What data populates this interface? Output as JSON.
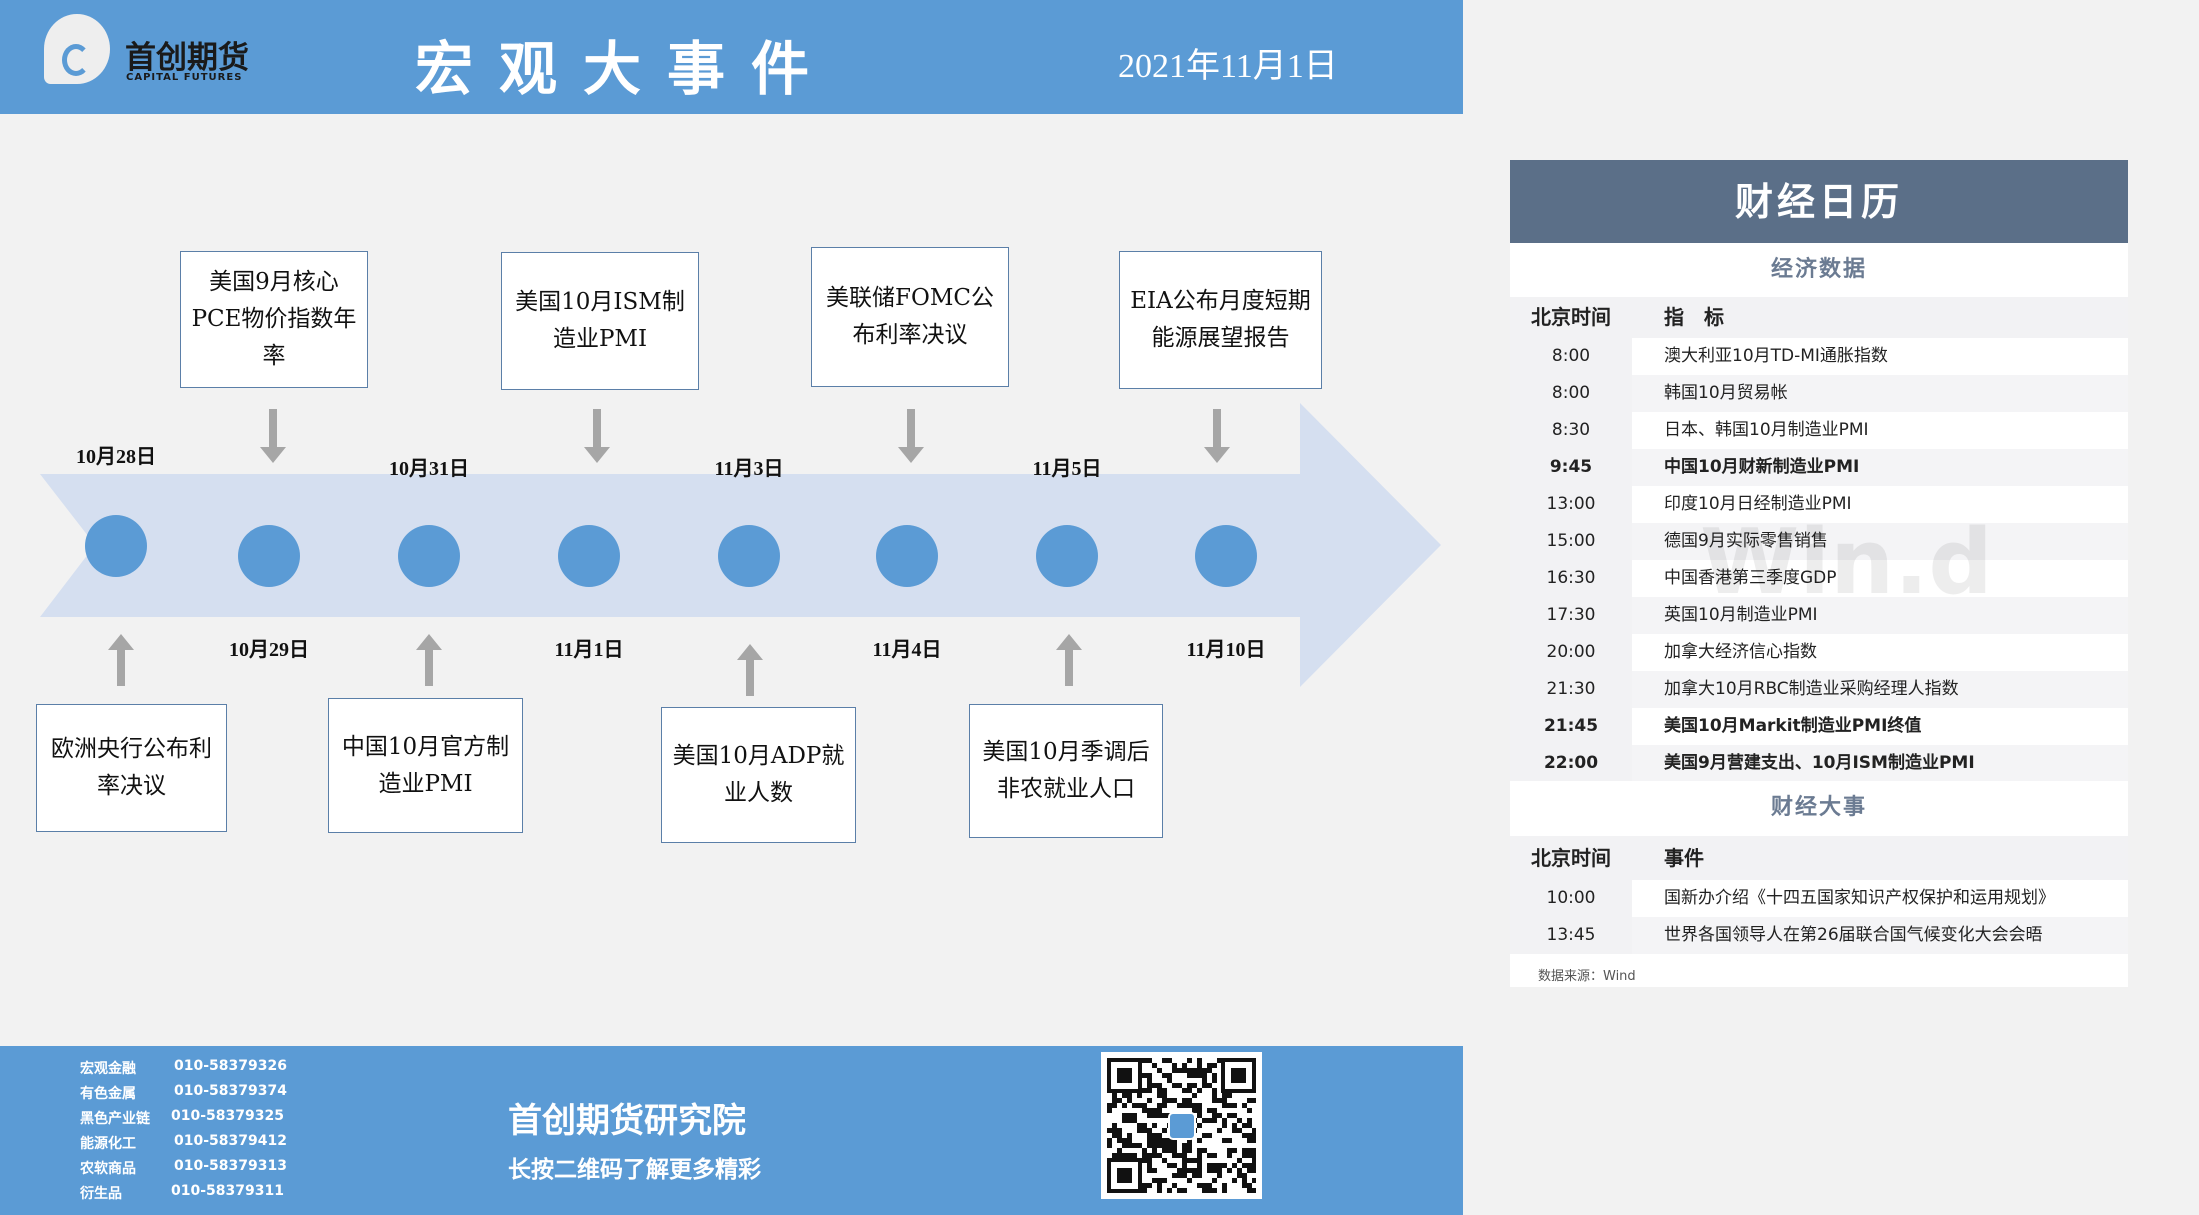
{
  "header": {
    "logo_cn": "首创期货",
    "logo_en": "CAPITAL FUTURES",
    "title": "宏观大事件",
    "date": "2021年11月1日"
  },
  "timeline": {
    "dates": [
      {
        "label": "10月28日",
        "pos": "above"
      },
      {
        "label": "10月29日",
        "pos": "below"
      },
      {
        "label": "10月31日",
        "pos": "above"
      },
      {
        "label": "11月1日",
        "pos": "below"
      },
      {
        "label": "11月3日",
        "pos": "above"
      },
      {
        "label": "11月4日",
        "pos": "below"
      },
      {
        "label": "11月5日",
        "pos": "above"
      },
      {
        "label": "11月10日",
        "pos": "below"
      }
    ],
    "top_events": [
      "美国9月核心PCE物价指数年率",
      "美国10月ISM制造业PMI",
      "美联储FOMC公布利率决议",
      "EIA公布月度短期能源展望报告"
    ],
    "bottom_events": [
      "欧洲央行公布利率决议",
      "中国10月官方制造业PMI",
      "美国10月ADP就业人数",
      "美国10月季调后非农就业人口"
    ]
  },
  "calendar": {
    "title": "财经日历",
    "econ_title": "经济数据",
    "econ_headers": [
      "北京时间",
      "指　标"
    ],
    "econ_rows": [
      {
        "time": "8:00",
        "item": "澳大利亚10月TD-MI通胀指数",
        "bold": false
      },
      {
        "time": "8:00",
        "item": "韩国10月贸易帐",
        "bold": false
      },
      {
        "time": "8:30",
        "item": "日本、韩国10月制造业PMI",
        "bold": false
      },
      {
        "time": "9:45",
        "item": "中国10月财新制造业PMI",
        "bold": true
      },
      {
        "time": "13:00",
        "item": "印度10月日经制造业PMI",
        "bold": false
      },
      {
        "time": "15:00",
        "item": "德国9月实际零售销售",
        "bold": false
      },
      {
        "time": "16:30",
        "item": "中国香港第三季度GDP",
        "bold": false
      },
      {
        "time": "17:30",
        "item": "英国10月制造业PMI",
        "bold": false
      },
      {
        "time": "20:00",
        "item": "加拿大经济信心指数",
        "bold": false
      },
      {
        "time": "21:30",
        "item": "加拿大10月RBC制造业采购经理人指数",
        "bold": false
      },
      {
        "time": "21:45",
        "item": "美国10月Markit制造业PMI终值",
        "bold": true
      },
      {
        "time": "22:00",
        "item": "美国9月营建支出、10月ISM制造业PMI",
        "bold": true
      }
    ],
    "events_title": "财经大事",
    "event_headers": [
      "北京时间",
      "事件"
    ],
    "event_rows": [
      {
        "time": "10:00",
        "item": "国新办介绍《十四五国家知识产权保护和运用规划》"
      },
      {
        "time": "13:45",
        "item": "世界各国领导人在第26届联合国气候变化大会会晤"
      }
    ],
    "source": "数据来源：Wind",
    "watermark": "Win.d"
  },
  "footer": {
    "contacts": [
      {
        "dept": "宏观金融",
        "phone": "010-58379326"
      },
      {
        "dept": "有色金属",
        "phone": "010-58379374"
      },
      {
        "dept": "黑色产业链",
        "phone": "010-58379325"
      },
      {
        "dept": "能源化工",
        "phone": "010-58379412"
      },
      {
        "dept": "农软商品",
        "phone": "010-58379313"
      },
      {
        "dept": "衍生品",
        "phone": "010-58379311"
      }
    ],
    "institute": "首创期货研究院",
    "tagline": "长按二维码了解更多精彩"
  },
  "colors": {
    "brand": "#5b9bd5",
    "panel_head": "#5b6f88",
    "arrow": "#d5dff0"
  }
}
